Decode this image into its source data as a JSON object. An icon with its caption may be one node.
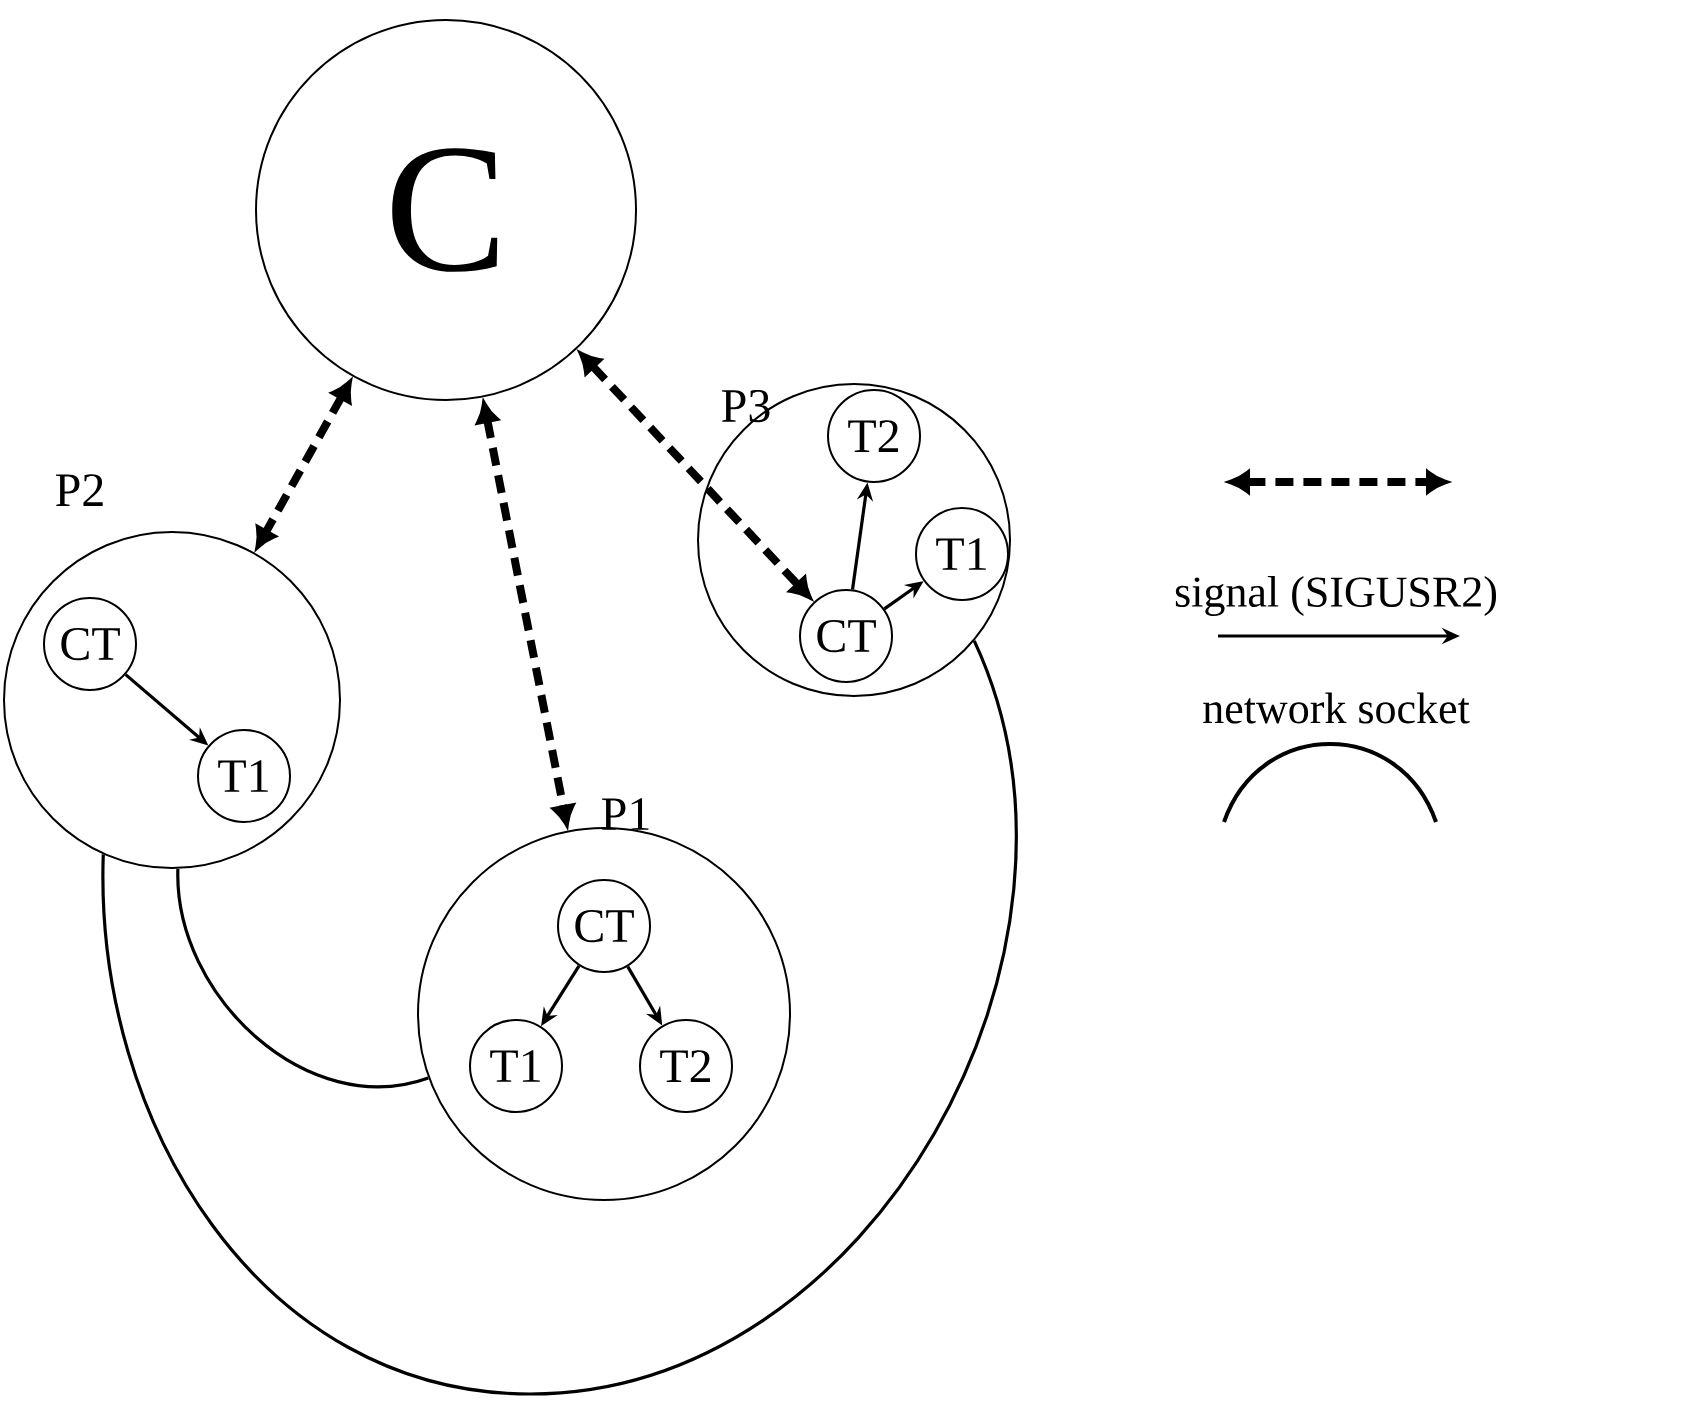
{
  "diagram": {
    "nodes": [
      {
        "text": [
          "C"
        ]
      },
      {
        "text": [
          "P3"
        ]
      },
      {
        "text": [
          "T2"
        ],
        "in": 1
      },
      {
        "text": [
          "T1"
        ],
        "in": 1
      },
      {
        "text": [
          "CT"
        ],
        "in": 1
      },
      {
        "text": [
          "P2"
        ]
      },
      {
        "text": [
          "CT"
        ],
        "in": 5
      },
      {
        "text": [
          "T1"
        ],
        "in": 5
      },
      {
        "text": [
          "P1"
        ]
      },
      {
        "text": [
          "CT"
        ],
        "in": 8
      },
      {
        "text": [
          "T1"
        ],
        "in": 8
      },
      {
        "text": [
          "T2"
        ],
        "in": 8
      }
    ],
    "edges": [
      {
        "from": 0,
        "to": 5,
        "arrow": "both",
        "style": "dashed"
      },
      {
        "from": 0,
        "to": 8,
        "arrow": "both",
        "style": "dashed"
      },
      {
        "from": 0,
        "to": 4,
        "arrow": "both",
        "style": "dashed"
      },
      {
        "from": 4,
        "to": 2,
        "arrow": "to"
      },
      {
        "from": 4,
        "to": 3,
        "arrow": "to"
      },
      {
        "from": 6,
        "to": 7,
        "arrow": "to"
      },
      {
        "from": 9,
        "to": 10,
        "arrow": "to"
      },
      {
        "from": 9,
        "to": 11,
        "arrow": "to"
      },
      {
        "from": 5,
        "to": 8,
        "arrow": "none"
      },
      {
        "from": 5,
        "to": 1,
        "arrow": "none"
      }
    ],
    "legend": [
      {
        "text": "signal (SIGUSR2)"
      },
      {
        "text": "network socket"
      }
    ]
  }
}
